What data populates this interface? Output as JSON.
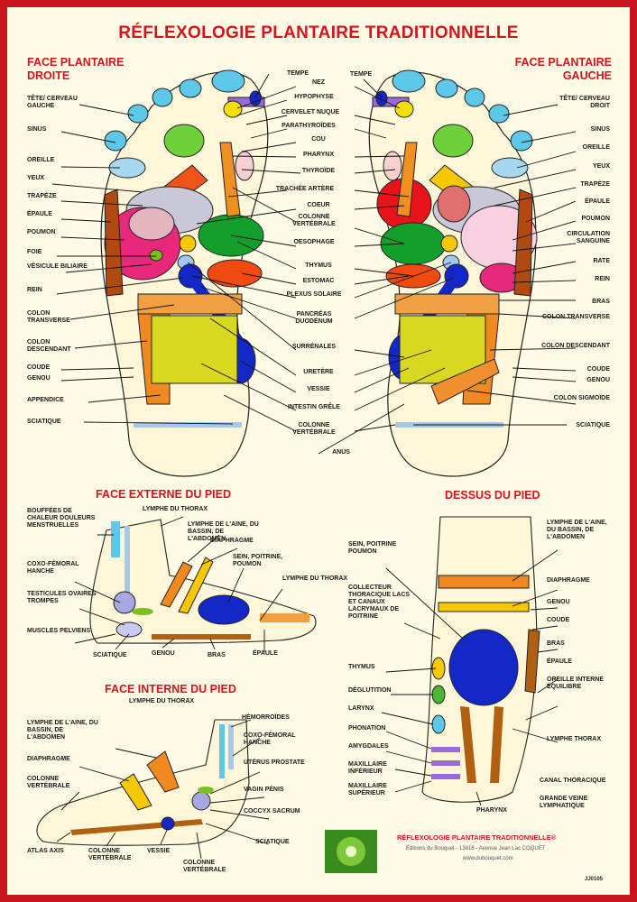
{
  "title": "RÉFLEXOLOGIE PLANTAIRE TRADITIONNELLE",
  "sections": {
    "right_sole": "FACE PLANTAIRE DROITE",
    "left_sole": "FACE PLANTAIRE GAUCHE",
    "external": "FACE EXTERNE DU PIED",
    "top": "DESSUS DU PIED",
    "internal": "FACE INTERNE DU PIED"
  },
  "labels_left_sole": [
    "TÊTE/ CERVEAU GAUCHE",
    "SINUS",
    "OREILLE",
    "YEUX",
    "TRAPÈZE",
    "ÉPAULE",
    "POUMON",
    "FOIE",
    "VÉSICULE BILIAIRE",
    "REIN",
    "COLON TRANSVERSE",
    "COLON DESCENDANT",
    "COUDE",
    "GENOU",
    "APPENDICE",
    "SCIATIQUE"
  ],
  "labels_center": [
    "TEMPE",
    "NEZ",
    "HYPOPHYSE",
    "CERVELET NUQUE",
    "PARATHYROÏDES",
    "COU",
    "PHARYNX",
    "THYROÏDE",
    "TRACHÉE ARTÈRE",
    "COEUR",
    "COLONNE VERTÉBRALE",
    "OESOPHAGE",
    "THYMUS",
    "ESTOMAC",
    "PLEXUS SOLAIRE",
    "PANCRÉAS DUODÉNUM",
    "SURRÉNALES",
    "URETÈRE",
    "VESSIE",
    "INTESTIN GRÊLE",
    "COLONNE VERTÉBRALE",
    "ANUS"
  ],
  "label_tempe_right": "TEMPE",
  "labels_right_sole": [
    "TÊTE/ CERVEAU DROIT",
    "SINUS",
    "OREILLE",
    "YEUX",
    "TRAPÈZE",
    "ÉPAULE",
    "POUMON",
    "CIRCULATION SANGUINE",
    "RATE",
    "REIN",
    "BRAS",
    "COLON TRANSVERSE",
    "COLON DESCENDANT",
    "COUDE",
    "GENOU",
    "COLON SIGMOÏDE",
    "SCIATIQUE"
  ],
  "labels_external": [
    "BOUFFÉES DE CHALEUR DOULEURS MENSTRUELLES",
    "LYMPHE DU THORAX",
    "LYMPHE DE L'AINE, DU BASSIN, DE L'ABDOMEN",
    "DIAPHRAGME",
    "SEIN, POITRINE, POUMON",
    "LYMPHE DU THORAX",
    "COXO-FÉMORAL HANCHE",
    "TESTICULES OVAIRES TROMPES",
    "MUSCLES PELVIENS",
    "SCIATIQUE",
    "GENOU",
    "BRAS",
    "ÉPAULE"
  ],
  "labels_top": [
    "SEIN, POITRINE POUMON",
    "LYMPHE DE L'AINE, DU BASSIN, DE L'ABDOMEN",
    "DIAPHRAGME",
    "GENOU",
    "COUDE",
    "COLLECTEUR THORACIQUE LACS ET CANAUX LACRYMAUX DE POITRINE",
    "BRAS",
    "ÉPAULE",
    "THYMUS",
    "OREILLE INTERNE ÉQUILIBRE",
    "DÉGLUTITION",
    "LARYNX",
    "PHONATION",
    "AMYGDALES",
    "LYMPHE THORAX",
    "MAXILLAIRE INFÉRIEUR",
    "MAXILLAIRE SUPÉRIEUR",
    "PHARYNX",
    "CANAL THORACIQUE",
    "GRANDE VEINE LYMPHATIQUE"
  ],
  "labels_internal": [
    "LYMPHE DU THORAX",
    "HÉMORROÏDES",
    "LYMPHE DE L'AINE, DU BASSIN, DE L'ABDOMEN",
    "COXO-FÉMORAL HANCHE",
    "DIAPHRAGME",
    "UTÉRUS PROSTATE",
    "COLONNE VERTÉBRALE",
    "VAGIN PÉNIS",
    "COCCYX SACRUM",
    "ATLAS AXIS",
    "COLONNE VERTÉBRALE",
    "VESSIE",
    "COLONNE VERTÉBRALE",
    "SCIATIQUE"
  ],
  "footer": {
    "title": "RÉFLEXOLOGIE PLANTAIRE TRADITIONNELLE®",
    "line2": "Éditions du Bouquet - 13016 - Avenue Jean Lac COQUET",
    "line3": "www.dubouquet.com",
    "code": "JJ0105"
  }
}
